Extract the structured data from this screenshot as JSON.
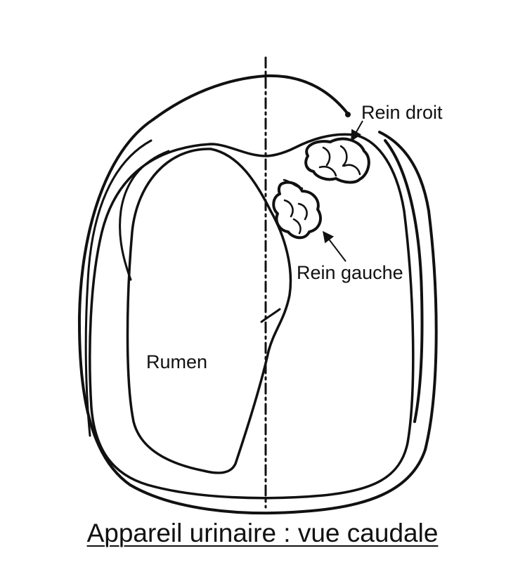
{
  "labels": {
    "right_kidney": "Rein droit",
    "left_kidney": "Rein gauche",
    "rumen": "Rumen"
  },
  "caption": "Appareil urinaire : vue caudale",
  "colors": {
    "ink": "#111111",
    "background": "#ffffff"
  }
}
